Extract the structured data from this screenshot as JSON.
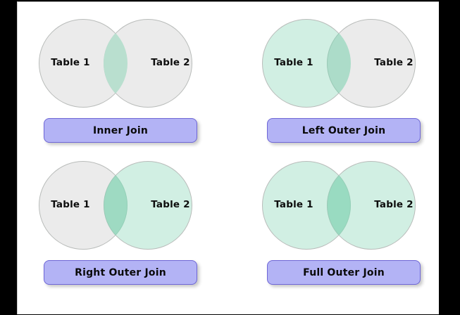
{
  "slide": {
    "background": "#ffffff",
    "canvas_background": "#000000"
  },
  "colors": {
    "circle_neutral": "#ebebeb",
    "circle_highlight": "#cdeee1",
    "overlap_highlight": "#b9dfcf",
    "circle_stroke": "#b9bcba",
    "button_fill": "#b3b3f5",
    "button_border": "#6e66d6",
    "text": "#0d0d0d"
  },
  "labels": {
    "table_left": "Table 1",
    "table_right": "Table 2"
  },
  "diagrams": [
    {
      "id": "inner-join",
      "title": "Inner Join",
      "left_circle_highlighted": false,
      "right_circle_highlighted": false,
      "overlap_highlighted": true
    },
    {
      "id": "left-outer-join",
      "title": "Left Outer Join",
      "left_circle_highlighted": true,
      "right_circle_highlighted": false,
      "overlap_highlighted": true
    },
    {
      "id": "right-outer-join",
      "title": "Right Outer Join",
      "left_circle_highlighted": false,
      "right_circle_highlighted": true,
      "overlap_highlighted": true
    },
    {
      "id": "full-outer-join",
      "title": "Full Outer Join",
      "left_circle_highlighted": true,
      "right_circle_highlighted": true,
      "overlap_highlighted": true
    }
  ]
}
